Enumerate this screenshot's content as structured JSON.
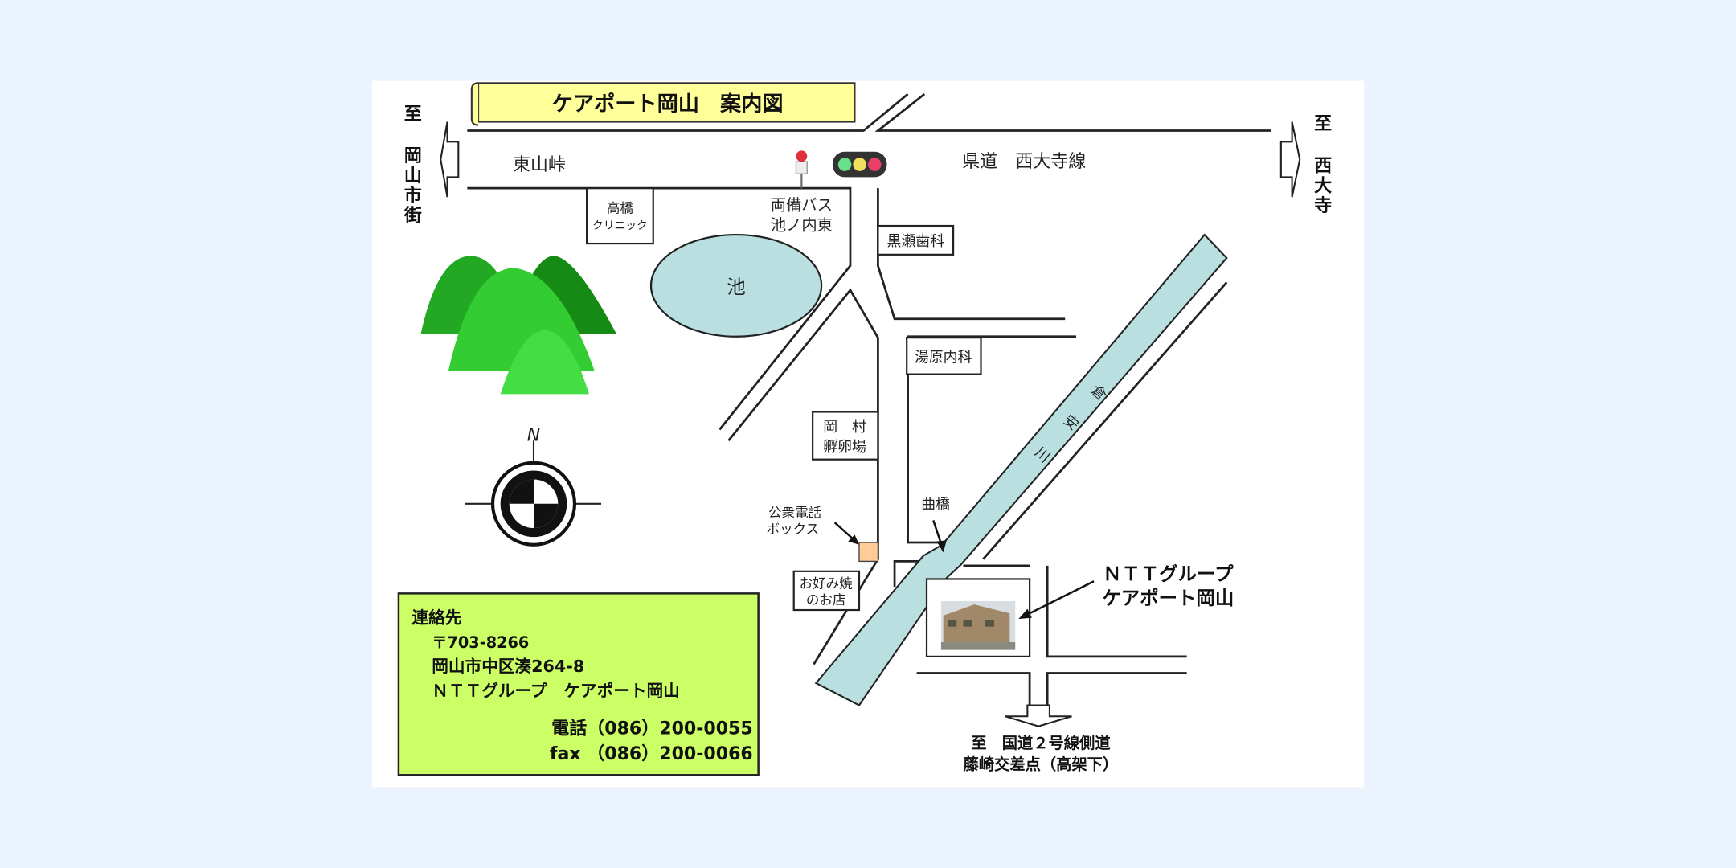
{
  "title": "ケアポート岡山　案内図",
  "directions": {
    "left_to": "至",
    "left_dest": [
      "岡",
      "山",
      "市",
      "街"
    ],
    "right_to": "至",
    "right_dest": [
      "西",
      "大",
      "寺"
    ],
    "south": [
      "至　国道２号線側道",
      "藤崎交差点（高架下）"
    ]
  },
  "roads": {
    "west_pass": "東山峠",
    "prefectural": "県道　西大寺線"
  },
  "landmarks": {
    "clinic_takahashi": [
      "高橋",
      "クリニック"
    ],
    "bus_stop": [
      "両備バス",
      "池ノ内東"
    ],
    "dental": "黒瀬歯科",
    "pond": "池",
    "yuhara": "湯原内科",
    "hatchery": [
      "岡　村",
      "孵卵場"
    ],
    "phone_box": [
      "公衆電話",
      "ボックス"
    ],
    "okonomiyaki": [
      "お好み焼",
      "のお店"
    ],
    "bridge": "曲橋",
    "river": [
      "倉",
      "安",
      "川"
    ],
    "destination": [
      "ＮＴＴグループ",
      "ケアポート岡山"
    ]
  },
  "compass": {
    "north": "N"
  },
  "contact": {
    "heading": "連絡先",
    "postal": "〒703-8266",
    "address": "岡山市中区湊264-8",
    "name": "ＮＴＴグループ　ケアポート岡山",
    "phone": "電話（086）200-0055",
    "fax": "fax （086）200-0066"
  },
  "colors": {
    "background": "#eaf3fe",
    "banner": "#ffff99",
    "contact": "#ccff66",
    "water": "#b9dfe1",
    "phone_box": "#ffcc99"
  }
}
